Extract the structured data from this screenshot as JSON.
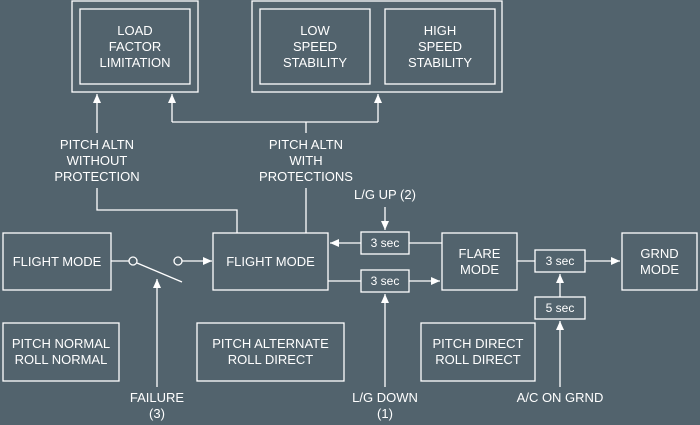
{
  "boxes": {
    "load_factor": "LOAD\nFACTOR\nLIMITATION",
    "low_speed": "LOW\nSPEED\nSTABILITY",
    "high_speed": "HIGH\nSPEED\nSTABILITY",
    "flight_mode_left": "FLIGHT MODE",
    "flight_mode_center": "FLIGHT MODE",
    "flare_mode": "FLARE\nMODE",
    "grnd_mode": "GRND\nMODE",
    "pitch_normal": "PITCH NORMAL\nROLL NORMAL",
    "pitch_alternate": "PITCH ALTERNATE\nROLL DIRECT",
    "pitch_direct": "PITCH DIRECT\nROLL DIRECT"
  },
  "timers": {
    "upper": "3 sec",
    "lower": "3 sec",
    "grnd": "3 sec",
    "ground_delay": "5 sec"
  },
  "labels": {
    "pitch_altn_without": "PITCH ALTN\nWITHOUT\nPROTECTION",
    "pitch_altn_with": "PITCH ALTN\nWITH\nPROTECTIONS",
    "lg_up": "L/G UP (2)",
    "lg_down": "L/G DOWN\n(1)",
    "failure": "FAILURE\n(3)",
    "ac_on_grnd": "A/C ON GRND"
  },
  "colors": {
    "background": "#52636d",
    "line": "#ffffff"
  }
}
